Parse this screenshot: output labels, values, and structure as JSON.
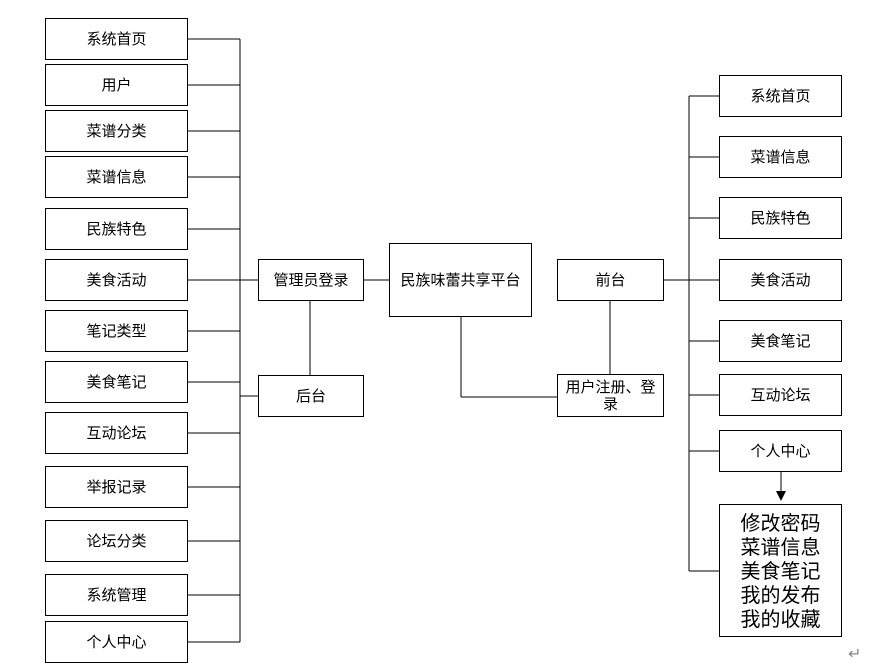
{
  "platform": "民族味蕾共享平台",
  "admin_login": "管理员登录",
  "backend": "后台",
  "frontend": "前台",
  "user_register": "用户注册、登录",
  "admin_items": [
    "系统首页",
    "用户",
    "菜谱分类",
    "菜谱信息",
    "民族特色",
    "美食活动",
    "笔记类型",
    "美食笔记",
    "互动论坛",
    "举报记录",
    "论坛分类",
    "系统管理",
    "个人中心"
  ],
  "front_items": [
    "系统首页",
    "菜谱信息",
    "民族特色",
    "美食活动",
    "美食笔记",
    "互动论坛",
    "个人中心"
  ],
  "personal_center_details": "修改密码\n菜谱信息\n美食笔记\n我的发布\n我的收藏",
  "return_mark": "↵"
}
